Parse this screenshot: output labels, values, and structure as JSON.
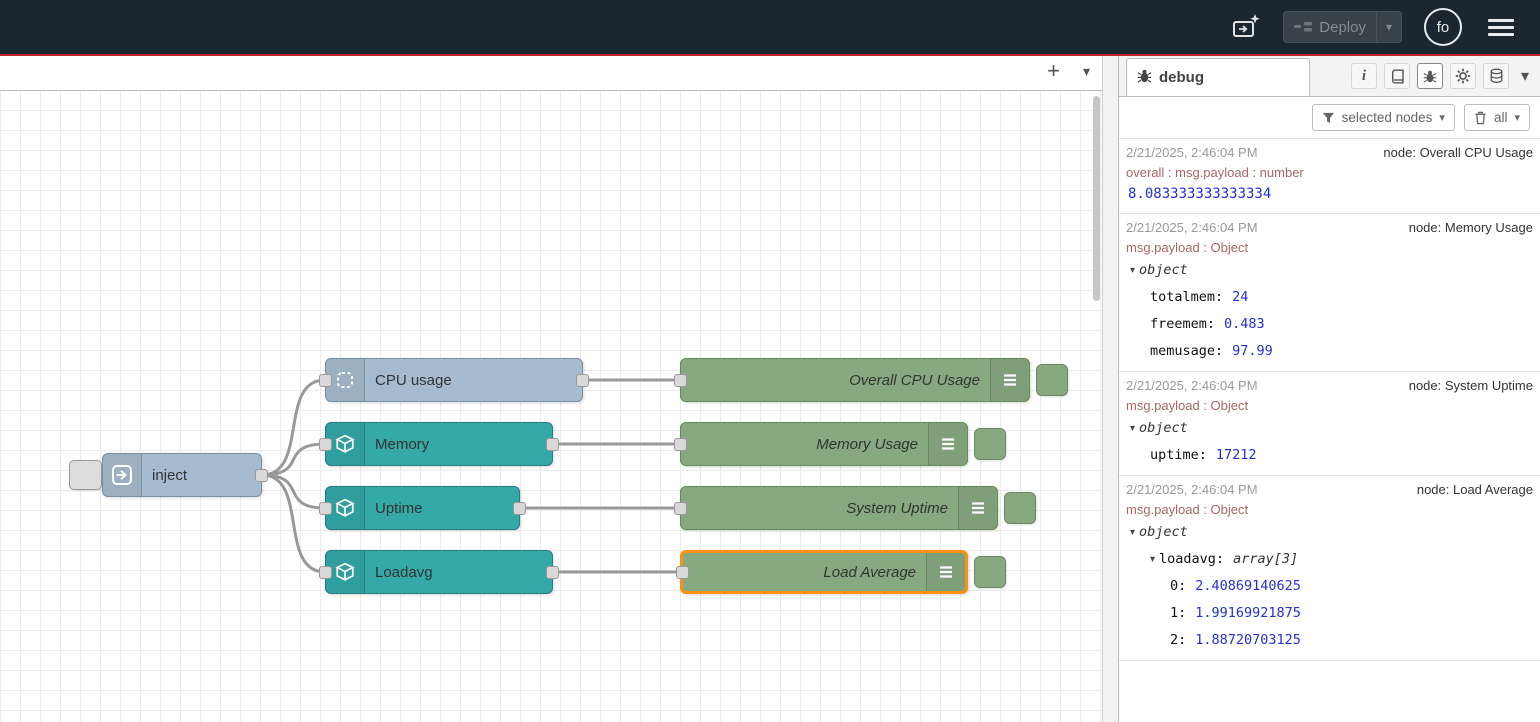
{
  "header": {
    "deploy_label": "Deploy",
    "avatar_text": "fo"
  },
  "icons": {
    "plus": "+",
    "chevron_down": "▾",
    "collapse_arrow": "▾",
    "info": "i"
  },
  "canvas": {
    "nodes": {
      "inject": "inject",
      "cpu": "CPU usage",
      "memory": "Memory",
      "uptime": "Uptime",
      "loadavg": "Loadavg",
      "debug_cpu": "Overall CPU Usage",
      "debug_memory": "Memory Usage",
      "debug_uptime": "System Uptime",
      "debug_loadavg": "Load Average"
    }
  },
  "sidebar": {
    "tab_label": "debug",
    "filter_label": "selected nodes",
    "clear_label": "all",
    "messages": [
      {
        "timestamp": "2/21/2025, 2:46:04 PM",
        "node": "node: Overall CPU Usage",
        "meta": "overall : msg.payload : number",
        "value": "8.083333333333334"
      },
      {
        "timestamp": "2/21/2025, 2:46:04 PM",
        "node": "node: Memory Usage",
        "meta": "msg.payload : Object",
        "object_label": "object",
        "entries": [
          {
            "key": "totalmem:",
            "value": "24"
          },
          {
            "key": "freemem:",
            "value": "0.483"
          },
          {
            "key": "memusage:",
            "value": "97.99"
          }
        ]
      },
      {
        "timestamp": "2/21/2025, 2:46:04 PM",
        "node": "node: System Uptime",
        "meta": "msg.payload : Object",
        "object_label": "object",
        "entries": [
          {
            "key": "uptime:",
            "value": "17212"
          }
        ]
      },
      {
        "timestamp": "2/21/2025, 2:46:04 PM",
        "node": "node: Load Average",
        "meta": "msg.payload : Object",
        "object_label": "object",
        "array_key": "loadavg:",
        "array_type": "array[3]",
        "entries": [
          {
            "key": "0:",
            "value": "2.40869140625"
          },
          {
            "key": "1:",
            "value": "1.99169921875"
          },
          {
            "key": "2:",
            "value": "1.88720703125"
          }
        ]
      }
    ]
  },
  "colors": {
    "header_bg": "#1a2630",
    "accent_red": "#c0232c",
    "node_blue": "#a6bbcf",
    "node_teal": "#35a8a8",
    "node_green": "#87a980",
    "selection_orange": "#ff8f0f",
    "debug_value_blue": "#2430d6",
    "debug_meta_red": "#aa6666",
    "wire_gray": "#999999"
  }
}
